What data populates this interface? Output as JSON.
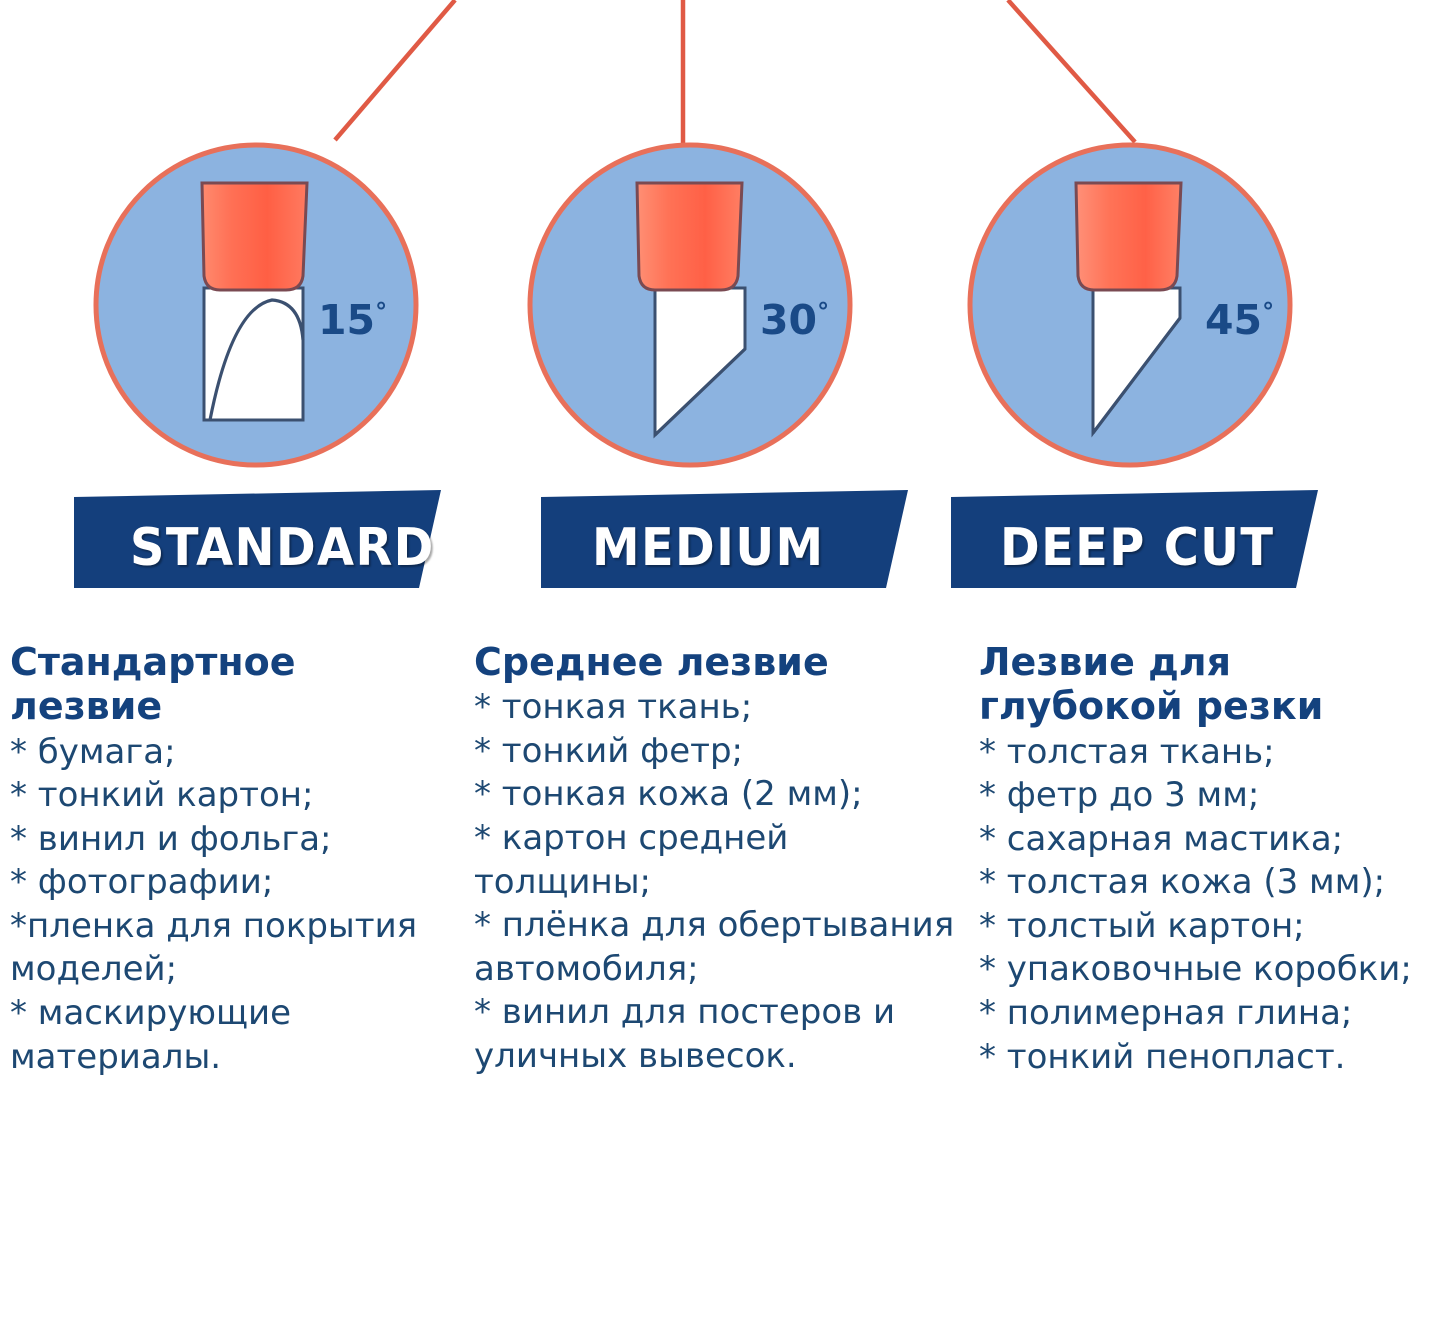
{
  "diagram": {
    "colors": {
      "circle_fill": "#8cb3e0",
      "circle_stroke": "#e8705a",
      "blade_holder": "#ff6b52",
      "blade_white": "#ffffff",
      "blade_outline": "#3b5070",
      "banner": "#143f7c",
      "heading_text": "#14427e",
      "body_text": "#1d4872",
      "leader_line": "#e05a45"
    },
    "items": [
      {
        "angle": "15",
        "degree_symbol": "°",
        "banner": "STANDARD"
      },
      {
        "angle": "30",
        "degree_symbol": "°",
        "banner": "MEDIUM"
      },
      {
        "angle": "45",
        "degree_symbol": "°",
        "banner": "DEEP CUT"
      }
    ]
  },
  "columns": [
    {
      "heading": "Стандартное лезвие",
      "items": [
        "* бумага;",
        "* тонкий картон;",
        "* винил и фольга;",
        "* фотографии;",
        "*пленка для покрытия моделей;",
        "* маскирующие материалы."
      ]
    },
    {
      "heading": "Среднее лезвие",
      "items": [
        "* тонкая ткань;",
        "* тонкий фетр;",
        "* тонкая кожа (2 мм);",
        "* картон средней толщины;",
        "* плёнка для обертывания автомобиля;",
        "* винил для постеров и уличных вывесок."
      ]
    },
    {
      "heading": "Лезвие для глубокой резки",
      "items": [
        "* толстая ткань;",
        "* фетр до 3 мм;",
        "* сахарная мастика;",
        "* толстая кожа (3 мм);",
        "* толстый картон;",
        "* упаковочные коробки;",
        "* полимерная глина;",
        "* тонкий пенопласт."
      ]
    }
  ]
}
